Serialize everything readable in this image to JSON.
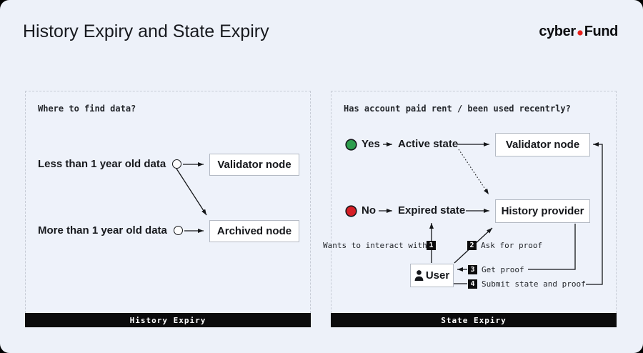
{
  "page": {
    "title": "History Expiry and State Expiry",
    "logo": {
      "prefix": "cyber",
      "suffix": "Fund",
      "dot_color": "#e8221c"
    }
  },
  "left_panel": {
    "question": "Where to find data?",
    "rows": [
      {
        "label": "Less than 1 year old data",
        "target": "Validator node"
      },
      {
        "label": "More than 1 year old data",
        "target": "Archived node"
      }
    ],
    "footer": "History Expiry"
  },
  "right_panel": {
    "question": "Has account paid rent / been used recentrly?",
    "yes_row": {
      "indicator_color": "#2e9e4e",
      "label": "Yes",
      "state": "Active state",
      "target": "Validator node"
    },
    "no_row": {
      "indicator_color": "#d61f26",
      "label": "No",
      "state": "Expired state",
      "target": "History provider"
    },
    "steps": [
      {
        "num": "1",
        "label": "Wants to interact with"
      },
      {
        "num": "2",
        "label": "Ask for proof"
      },
      {
        "num": "3",
        "label": "Get proof"
      },
      {
        "num": "4",
        "label": "Submit state and proof"
      }
    ],
    "user_label": "User",
    "footer": "State Expiry"
  }
}
